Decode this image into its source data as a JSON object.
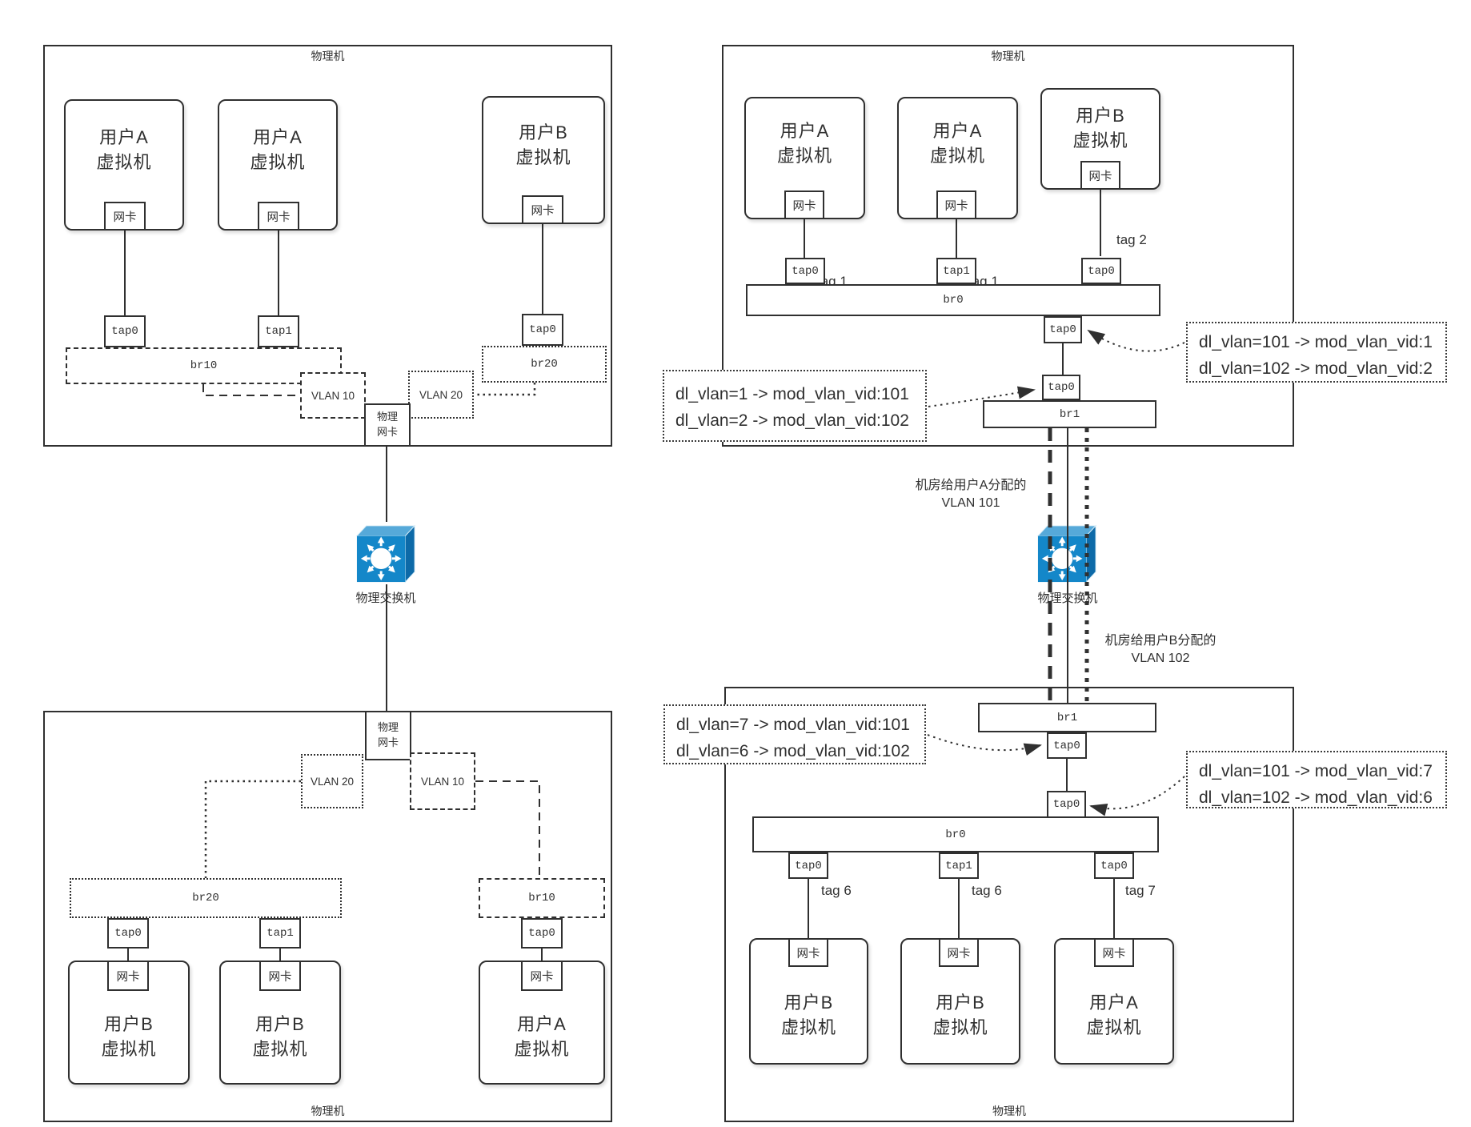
{
  "colors": {
    "line": "#303030",
    "switch_blue": "#1487c9",
    "switch_blue_light": "#56a9d9",
    "switch_blue_dark": "#0d6aa8"
  },
  "left": {
    "top_machine": {
      "label": "物理机",
      "vm1": "用户A\n虚拟机",
      "vm2": "用户A\n虚拟机",
      "vm3": "用户B\n虚拟机",
      "nic": "网卡",
      "tap1": "tap0",
      "tap2": "tap1",
      "tap3": "tap0",
      "bridge_a": "br10",
      "bridge_b": "br20",
      "vlan_a": "VLAN 10",
      "vlan_b": "VLAN 20",
      "phys_nic": "物理\n网卡"
    },
    "switch_label": "物理交换机",
    "bottom_machine": {
      "label": "物理机",
      "phys_nic": "物理\n网卡",
      "vlan_a": "VLAN 10",
      "vlan_b": "VLAN 20",
      "bridge_a": "br10",
      "bridge_b": "br20",
      "tap1": "tap0",
      "tap2": "tap1",
      "tap3": "tap0",
      "vm1": "用户B\n虚拟机",
      "vm2": "用户B\n虚拟机",
      "vm3": "用户A\n虚拟机",
      "nic": "网卡"
    }
  },
  "right": {
    "top_machine": {
      "label": "物理机",
      "vm1": "用户A\n虚拟机",
      "vm2": "用户A\n虚拟机",
      "vm3": "用户B\n虚拟机",
      "nic": "网卡",
      "tag1": "tag 1",
      "tag2": "tag 1",
      "tag3": "tag 2",
      "tap1": "tap0",
      "tap2": "tap1",
      "tap3": "tap0",
      "br0": "br0",
      "trunk_tap_upper": "tap0",
      "trunk_tap_lower": "tap0",
      "br1": "br1",
      "flow_egress": "dl_vlan=1 -> mod_vlan_vid:101\ndl_vlan=2 -> mod_vlan_vid:102",
      "flow_ingress": "dl_vlan=101 -> mod_vlan_vid:1\ndl_vlan=102 -> mod_vlan_vid:2"
    },
    "switch_label": "物理交换机",
    "vlan_note_a": "机房给用户A分配的\nVLAN 101",
    "vlan_note_b": "机房给用户B分配的\nVLAN 102",
    "bottom_machine": {
      "label": "物理机",
      "br1": "br1",
      "trunk_tap_upper": "tap0",
      "trunk_tap_lower": "tap0",
      "br0": "br0",
      "tap1": "tap0",
      "tap2": "tap1",
      "tap3": "tap0",
      "tag1": "tag 6",
      "tag2": "tag 6",
      "tag3": "tag 7",
      "nic": "网卡",
      "vm1": "用户B\n虚拟机",
      "vm2": "用户B\n虚拟机",
      "vm3": "用户A\n虚拟机",
      "flow_egress": "dl_vlan=7 -> mod_vlan_vid:101\ndl_vlan=6 -> mod_vlan_vid:102",
      "flow_ingress": "dl_vlan=101 -> mod_vlan_vid:7\ndl_vlan=102 -> mod_vlan_vid:6"
    }
  }
}
